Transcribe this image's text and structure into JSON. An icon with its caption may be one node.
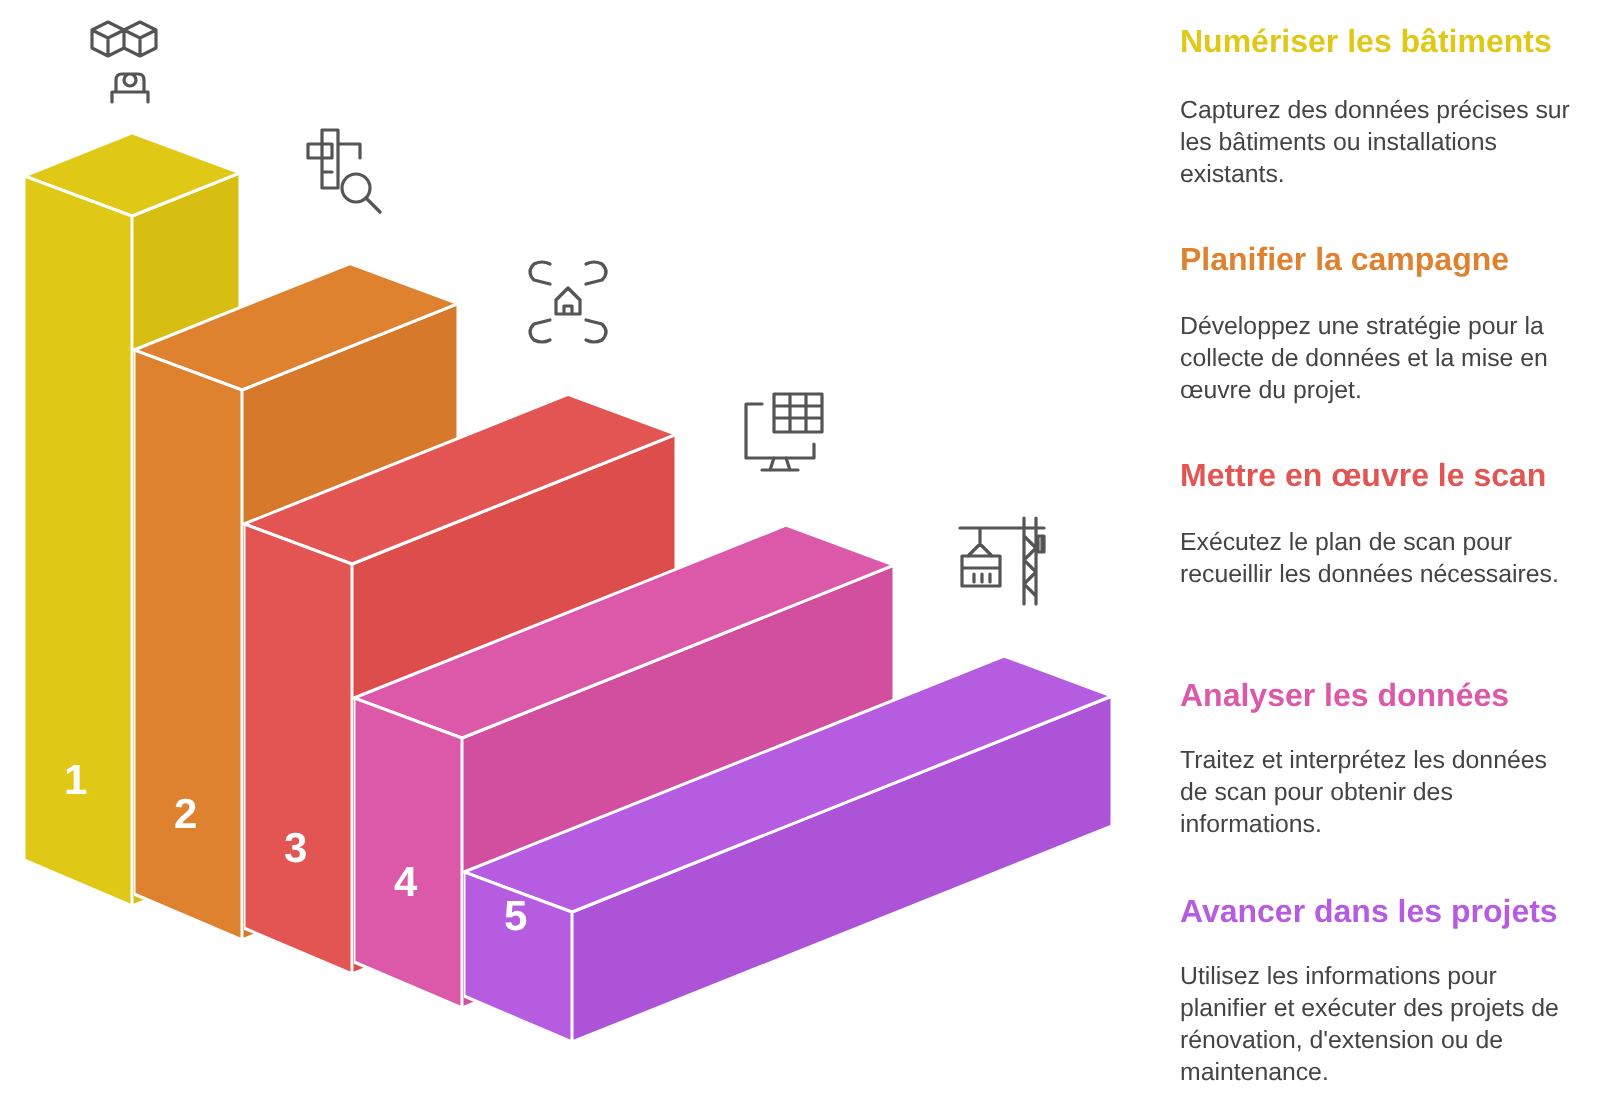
{
  "diagram": {
    "nodes": [
      {
        "text": [
          "1"
        ]
      },
      {
        "text": [
          "2"
        ]
      },
      {
        "text": [
          "3"
        ]
      },
      {
        "text": [
          "4"
        ]
      },
      {
        "text": [
          "5"
        ]
      }
    ],
    "labels": [
      "Numériser les bâtiments",
      "Capturez des données précises sur les bâtiments ou installations existants.",
      "Planifier la campagne",
      "Développez une stratégie pour la collecte de données et la mise en œuvre du projet.",
      "Mettre en œuvre le scan",
      "Exécutez le plan de scan pour recueillir les données nécessaires.",
      "Analyser les données",
      "Traitez et interprétez les données de scan pour obtenir des informations.",
      "Avancer dans les projets",
      "Utilisez les informations pour planifier et exécuter des projets de rénovation, d'extension ou de maintenance."
    ]
  }
}
